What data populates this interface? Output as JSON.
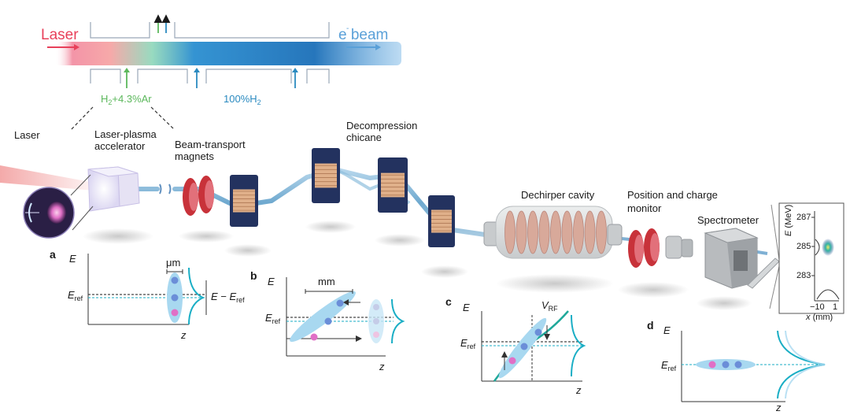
{
  "inlet": {
    "laser_label": "Laser",
    "beam_label": "e beam",
    "beam_superscript": "-",
    "gas1_prefix": "H",
    "gas1_sub": "2",
    "gas1_suffix": "+4.3%Ar",
    "gas2_prefix": "100%H",
    "gas2_sub": "2"
  },
  "beamline": {
    "laser": "Laser",
    "lpa_line1": "Laser-plasma",
    "lpa_line2": "accelerator",
    "btm_line1": "Beam-transport",
    "btm_line2": "magnets",
    "chicane_line1": "Decompression",
    "chicane_line2": "chicane",
    "dechirper": "Dechirper cavity",
    "monitor_line1": "Position and charge",
    "monitor_line2": "monitor",
    "spectrometer": "Spectrometer"
  },
  "spectrometer_inset": {
    "yaxis_var": "E",
    "yaxis_unit": "(MeV)",
    "y_ticks": [
      "287",
      "285",
      "283"
    ],
    "x_ticks": [
      "−10",
      "1"
    ],
    "xaxis_var": "x",
    "xaxis_unit": "(mm)"
  },
  "panel_a": {
    "letter": "a",
    "y_axis": "E",
    "x_axis": "z",
    "ref_main": "E",
    "ref_sub": "ref",
    "width_label": "μm",
    "spread_main": "E − E",
    "spread_sub": "ref"
  },
  "panel_b": {
    "letter": "b",
    "y_axis": "E",
    "x_axis": "z",
    "ref_main": "E",
    "ref_sub": "ref",
    "width_label": "mm"
  },
  "panel_c": {
    "letter": "c",
    "y_axis": "E",
    "x_axis": "z",
    "ref_main": "E",
    "ref_sub": "ref",
    "vrf_main": "V",
    "vrf_sub": "RF"
  },
  "panel_d": {
    "letter": "d",
    "y_axis": "E",
    "x_axis": "z",
    "ref_main": "E",
    "ref_sub": "ref"
  },
  "colors": {
    "laser": "#e8405a",
    "beam": "#2e86c8",
    "beam_light": "#7ec1e8",
    "gas1": "#5cb85c",
    "gas2": "#2a8ac0",
    "magnet_dark": "#23325f",
    "coil": "#e0b08a",
    "quad_red": "#c8323a",
    "ref_line": "#1a1a1a",
    "teal": "#1aaec5",
    "bunch": "#a8d8f0",
    "dot_blue": "#6b8ed8",
    "dot_pink": "#e06fc6",
    "curve_green": "#1fa89a",
    "label_beam": "#5aa0d8"
  }
}
